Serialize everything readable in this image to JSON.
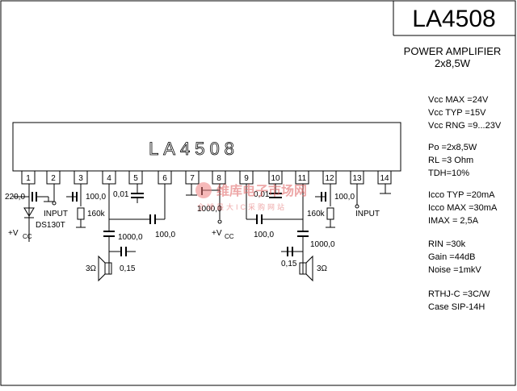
{
  "header": {
    "part_number": "LA4508",
    "subtitle_1": "POWER AMPLIFIER",
    "subtitle_2": "2x8,5W"
  },
  "ic": {
    "label": "LA4508",
    "pins": [
      "1",
      "2",
      "3",
      "4",
      "5",
      "6",
      "7",
      "8",
      "9",
      "10",
      "11",
      "12",
      "13",
      "14"
    ]
  },
  "components": {
    "c_220": "220,0",
    "input_left": "INPUT",
    "diode": "DS130T",
    "vcc_left": "+V",
    "vcc_left_sub": "CC",
    "c_100_pin3": "100,0",
    "r_160k_left": "160k",
    "c_001_left": "0,01",
    "c_1000_mid": "1000,0",
    "vcc_mid": "+V",
    "vcc_mid_sub": "CC",
    "c_001_right": "0,01",
    "c_1000_left_out": "1000,0",
    "c_100_left_fb": "100,0",
    "spk_left": "3Ω",
    "c_015_left": "0,15",
    "c_100_right_fb": "100,0",
    "r_160k_right": "160k",
    "c_100_pin12": "100,0",
    "input_right": "INPUT",
    "c_1000_right_out": "1000,0",
    "c_015_right": "0,15",
    "spk_right": "3Ω"
  },
  "specs": [
    "Vcc MAX =24V",
    "Vcc TYP =15V",
    "Vcc RNG =9...23V",
    "Po =2x8,5W",
    "RL =3 Ohm",
    "TDH=10%",
    "Icco TYP =20mA",
    "Icco MAX =30mA",
    "IMAX =   2,5A",
    "RIN =30k",
    "Gain =44dB",
    "Noise =1mkV",
    "RTHJ-C =3C/W",
    "Case SIP-14H"
  ],
  "watermark": {
    "line1": "维库电子市场网",
    "line2": "全球最大IC采购网站"
  }
}
